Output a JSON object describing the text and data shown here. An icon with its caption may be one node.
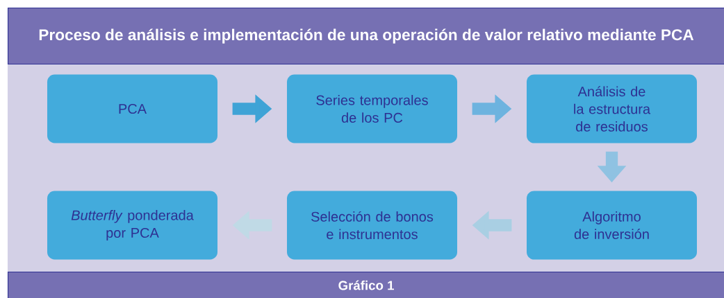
{
  "diagram": {
    "title": "Proceso de análisis e implementación de una operación de valor relativo mediante PCA",
    "caption": "Gráfico 1",
    "nodes": [
      {
        "text": [
          "PCA"
        ]
      },
      {
        "text": [
          "Series temporales de los PC"
        ]
      },
      {
        "text": [
          "Análisis de la estructura de residuos"
        ]
      },
      {
        "text": [
          "Algoritmo de inversión"
        ]
      },
      {
        "text": [
          "Selección de bonos e instrumentos"
        ]
      },
      {
        "text": [
          "*Butterfly* ponderada por PCA"
        ]
      }
    ],
    "edges": [
      {
        "from": 0,
        "to": 1,
        "arrow": "to",
        "color": "#3fa3d6"
      },
      {
        "from": 1,
        "to": 2,
        "arrow": "to",
        "color": "#6db3df"
      },
      {
        "from": 2,
        "to": 3,
        "arrow": "to",
        "color": "#8fc2e2"
      },
      {
        "from": 3,
        "to": 4,
        "arrow": "to",
        "color": "#a9cfe3"
      },
      {
        "from": 4,
        "to": 5,
        "arrow": "to",
        "color": "#c0dae6"
      }
    ]
  }
}
